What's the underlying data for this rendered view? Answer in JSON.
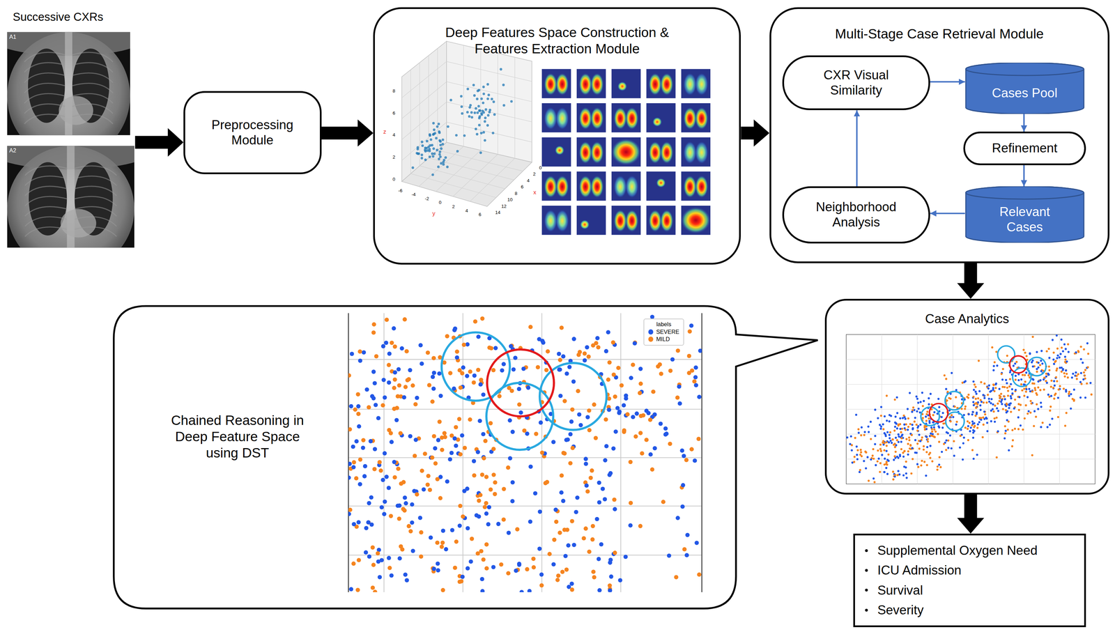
{
  "diagram": {
    "nodes": [
      {
        "text": [
          "Preprocessing Module"
        ]
      },
      {
        "text": [
          "Deep Features Space Construction & Features Extraction Module"
        ]
      },
      {
        "text": [
          "Multi-Stage Case Retrieval Module"
        ]
      },
      {
        "text": [
          "CXR Visual Similarity"
        ],
        "in": 2
      },
      {
        "text": [
          "Cases Pool"
        ],
        "in": 2
      },
      {
        "text": [
          "Refinement"
        ],
        "in": 2
      },
      {
        "text": [
          "Relevant Cases"
        ],
        "in": 2
      },
      {
        "text": [
          "Neighborhood Analysis"
        ],
        "in": 2
      },
      {
        "text": [
          "Case Analytics"
        ]
      },
      {
        "text": [
          "Chained Reasoning in Deep Feature Space using DST"
        ]
      },
      {
        "text": [
          "Supplemental Oxygen Need",
          "ICU Admission",
          "Survival",
          "Severity"
        ]
      }
    ],
    "edges": [
      {
        "from": 0,
        "to": 1,
        "arrow": "to"
      },
      {
        "from": 1,
        "to": 2,
        "arrow": "to"
      },
      {
        "from": 3,
        "to": 4,
        "arrow": "to"
      },
      {
        "from": 4,
        "to": 5,
        "arrow": "to"
      },
      {
        "from": 5,
        "to": 6,
        "arrow": "to"
      },
      {
        "from": 6,
        "to": 7,
        "arrow": "to"
      },
      {
        "from": 7,
        "to": 3,
        "arrow": "to"
      },
      {
        "from": 2,
        "to": 8,
        "arrow": "to"
      },
      {
        "from": 8,
        "to": 10,
        "arrow": "to"
      }
    ],
    "labels": [
      "Successive CXRs",
      "A1",
      "A2",
      "z",
      "8",
      "6",
      "4",
      "2",
      "0",
      "y",
      "-6",
      "-4",
      "-2",
      "0",
      "2",
      "4",
      "6",
      "x",
      "0",
      "2",
      "4",
      "6",
      "8",
      "10",
      "12",
      "14",
      "labels"
    ],
    "legend": [
      {
        "text": "SEVERE",
        "color": "#2257e6"
      },
      {
        "text": "MILD",
        "color": "#f5841f"
      }
    ]
  }
}
